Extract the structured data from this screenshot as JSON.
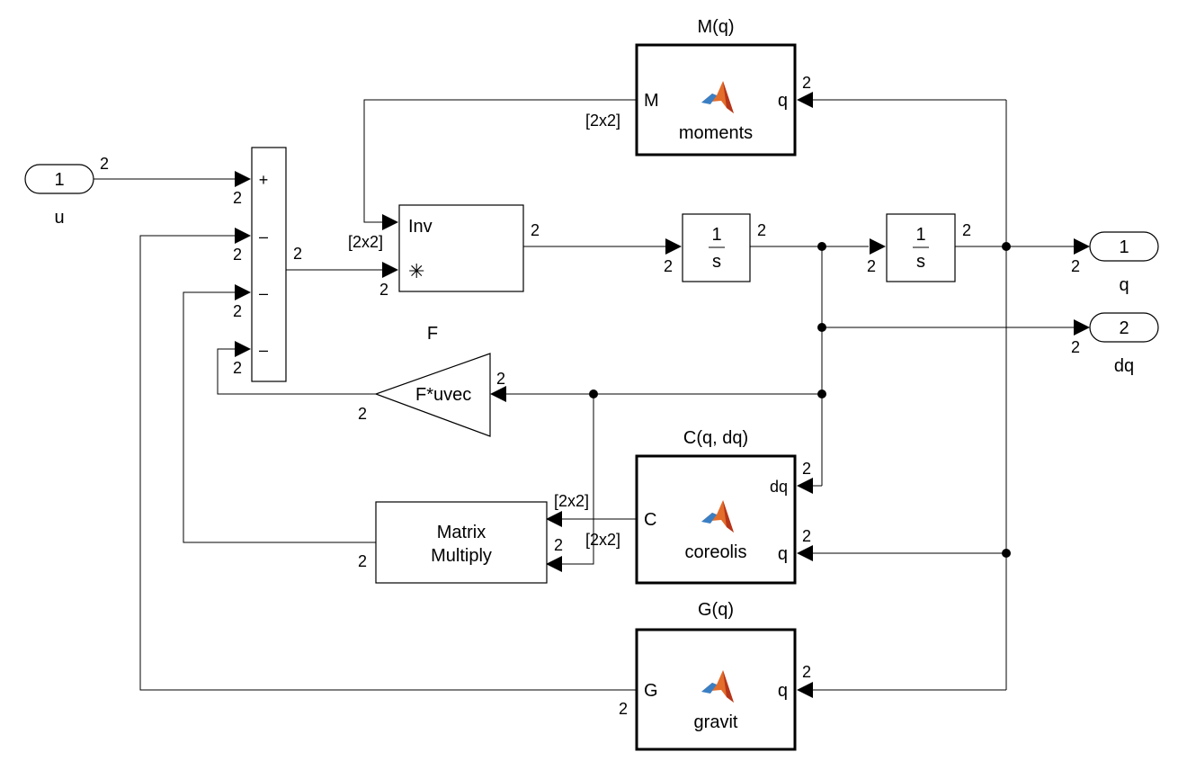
{
  "inports": [
    {
      "num": "1",
      "label": "u"
    }
  ],
  "outports": [
    {
      "num": "1",
      "label": "q"
    },
    {
      "num": "2",
      "label": "dq"
    }
  ],
  "sum_signs": [
    "+",
    "–",
    "–",
    "–"
  ],
  "inv_block": {
    "top_label": "Inv",
    "bottom_symbol": "✳"
  },
  "integrators": [
    {
      "num": "1",
      "den": "s"
    },
    {
      "num": "1",
      "den": "s"
    }
  ],
  "gain": {
    "title": "F",
    "expr": "F*uvec"
  },
  "matmul": {
    "line1": "Matrix",
    "line2": "Multiply"
  },
  "fcn_blocks": {
    "moments": {
      "title": "M(q)",
      "name": "moments",
      "in_port": "q",
      "out_port": "M"
    },
    "coreolis": {
      "title": "C(q, dq)",
      "name": "coreolis",
      "in_port1": "dq",
      "in_port2": "q",
      "out_port": "C"
    },
    "gravit": {
      "title": "G(q)",
      "name": "gravit",
      "in_port": "q",
      "out_port": "G"
    }
  },
  "dims": {
    "u_out": "2",
    "sum_in1": "2",
    "sum_in2": "2",
    "sum_in3": "2",
    "sum_in4": "2",
    "sum_out": "2",
    "inv_in1": "[2x2]",
    "inv_in2": "2",
    "inv_out": "2",
    "int1_in": "2",
    "int1_out": "2",
    "int2_in": "2",
    "int2_out": "2",
    "q_in": "2",
    "dq_in": "2",
    "gain_in": "2",
    "gain_out": "2",
    "m_in": "2",
    "m_out": "[2x2]",
    "c_in1": "2",
    "c_in2": "2",
    "c_out": "[2x2]",
    "mm_in1": "[2x2]",
    "mm_in2": "2",
    "mm_out": "2",
    "g_in": "2",
    "g_out": "2"
  },
  "colors": {
    "matlab_logo_dark": "#b5351a",
    "matlab_logo_light": "#e36d2b",
    "matlab_logo_blue": "#3a7fc4"
  }
}
